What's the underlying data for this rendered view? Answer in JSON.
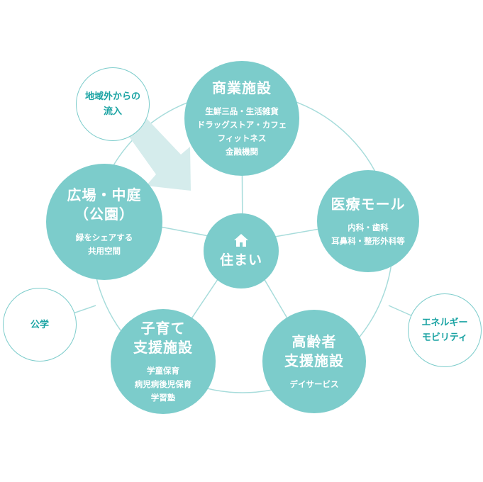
{
  "colors": {
    "accent": "#7ccccb",
    "accent_text": "#1aa3a3",
    "line": "#a7dcdb",
    "arrow": "#d5ecec"
  },
  "icons": {
    "center": "house-icon"
  },
  "center": {
    "label": "住まい"
  },
  "commercial": {
    "title": "商業施設",
    "items": [
      "生鮮三品・生活雑貨",
      "ドラッグストア・カフェ",
      "フィットネス",
      "金融機関"
    ]
  },
  "medical": {
    "title": "医療モール",
    "items": [
      "内科・歯科",
      "耳鼻科・整形外科等"
    ]
  },
  "elderly": {
    "title_lines": [
      "高齢者",
      "支援施設"
    ],
    "items": [
      "デイサービス"
    ]
  },
  "childcare": {
    "title_lines": [
      "子育て",
      "支援施設"
    ],
    "items": [
      "学童保育",
      "病児病後児保育",
      "学習塾"
    ]
  },
  "plaza": {
    "title_lines": [
      "広場・中庭",
      "（公園）"
    ],
    "items": [
      "緑をシェアする",
      "共用空間"
    ]
  },
  "inflow": {
    "lines": [
      "地域外からの",
      "流入"
    ]
  },
  "public": {
    "label": "公学"
  },
  "energy": {
    "lines": [
      "エネルギー",
      "モビリティ"
    ]
  }
}
